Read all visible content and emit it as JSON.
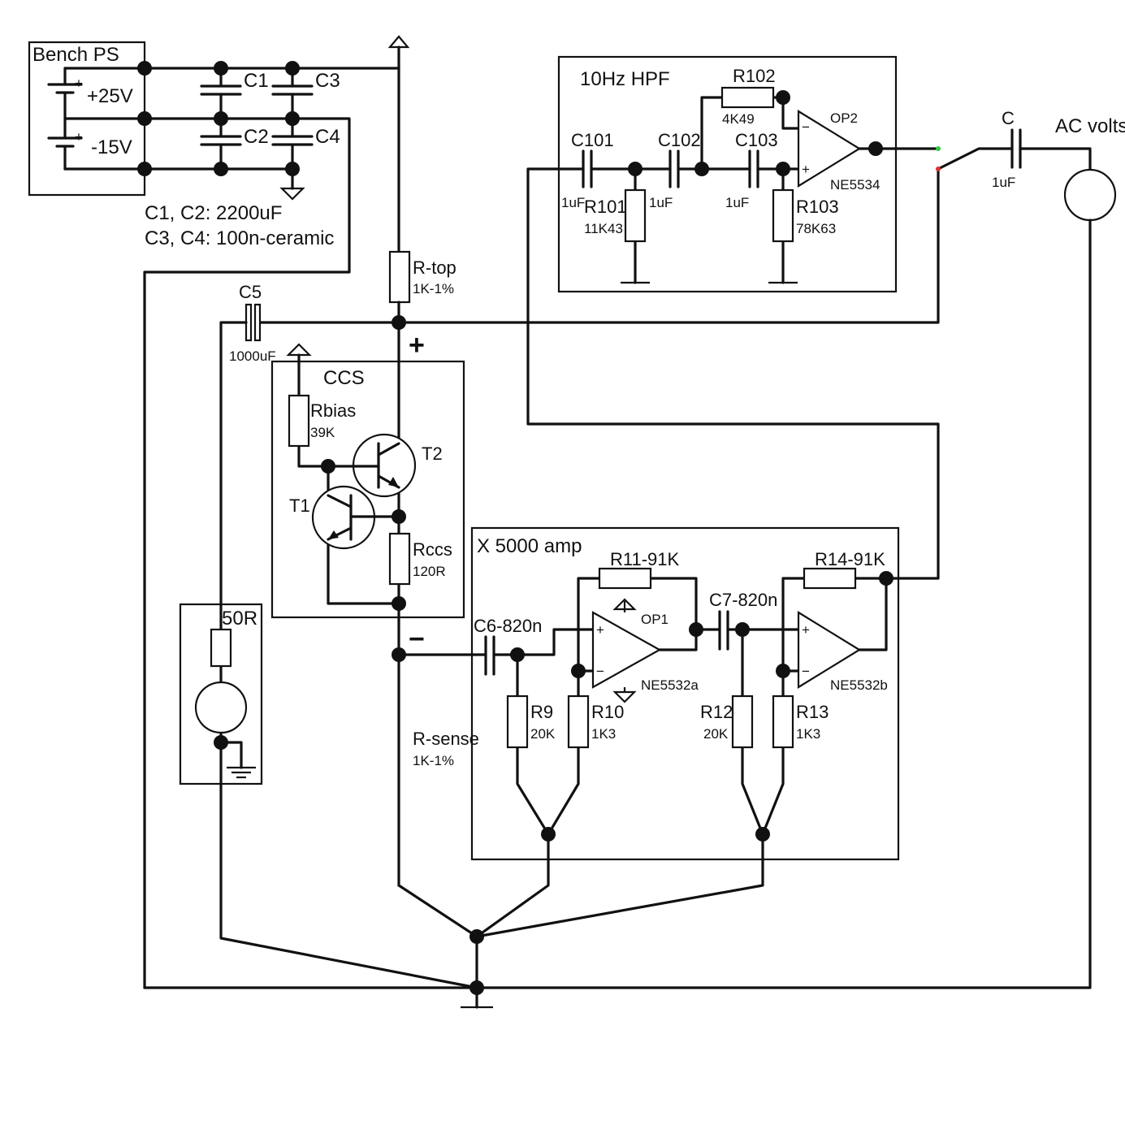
{
  "blocks": {
    "bench_ps": "Bench PS",
    "hpf": "10Hz HPF",
    "ccs": "CCS",
    "amp": "X 5000 amp",
    "dut": "50R",
    "meter": "AC volts"
  },
  "supply": {
    "pos": "+25V",
    "neg": "-15V",
    "cell_plus": "+",
    "note_line1": "C1, C2: 2200uF",
    "note_line2": "C3, C4: 100n-ceramic"
  },
  "caps": {
    "c1": "C1",
    "c2": "C2",
    "c3": "C3",
    "c4": "C4",
    "c5": "C5",
    "c5_val": "1000uF",
    "c6": "C6-820n",
    "c7": "C7-820n",
    "c101": "C101",
    "c101_val": "1uF",
    "c102": "C102",
    "c102_val": "1uF",
    "c103": "C103",
    "c103_val": "1uF",
    "cout": "C",
    "cout_val": "1uF"
  },
  "resistors": {
    "rtop": "R-top",
    "rtop_val": "1K-1%",
    "rbias": "Rbias",
    "rbias_val": "39K",
    "rccs": "Rccs",
    "rccs_val": "120R",
    "rsense": "R-sense",
    "rsense_val": "1K-1%",
    "r9": "R9",
    "r9_val": "20K",
    "r10": "R10",
    "r10_val": "1K3",
    "r11": "R11-91K",
    "r12": "R12",
    "r12_val": "20K",
    "r13": "R13",
    "r13_val": "1K3",
    "r14": "R14-91K",
    "r101": "R101",
    "r101_val": "11K43",
    "r102": "R102",
    "r102_val": "4K49",
    "r103": "R103",
    "r103_val": "78K63"
  },
  "transistors": {
    "t1": "T1",
    "t2": "T2"
  },
  "opamps": {
    "op1": "OP1",
    "op1_part": "NE5532a",
    "op2": "OP2",
    "op2_part": "NE5534",
    "op3_part": "NE5532b",
    "minus": "−",
    "plus": "+"
  },
  "nodes": {
    "plus": "+",
    "minus": "−"
  }
}
